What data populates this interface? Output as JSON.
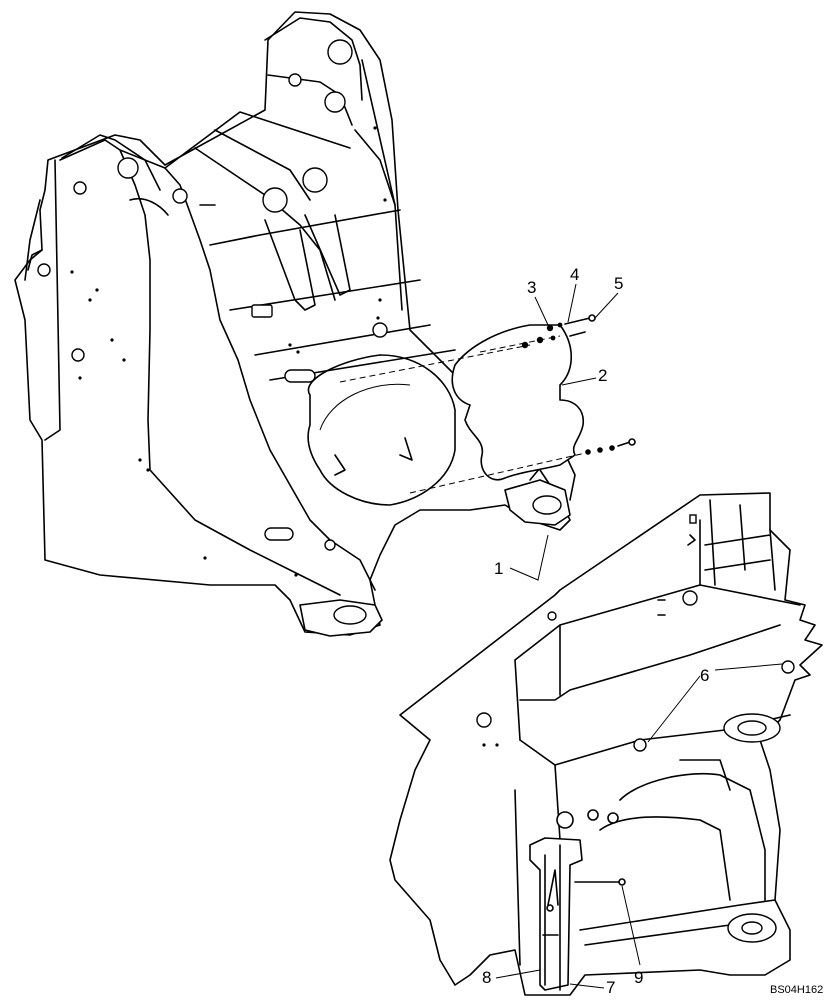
{
  "diagram": {
    "callouts": [
      {
        "id": "1",
        "text": "1"
      },
      {
        "id": "2",
        "text": "2"
      },
      {
        "id": "3",
        "text": "3"
      },
      {
        "id": "4",
        "text": "4"
      },
      {
        "id": "5",
        "text": "5"
      },
      {
        "id": "6",
        "text": "6"
      },
      {
        "id": "7",
        "text": "7"
      },
      {
        "id": "8",
        "text": "8"
      },
      {
        "id": "9",
        "text": "9"
      }
    ],
    "reference_code": "BS04H162"
  }
}
